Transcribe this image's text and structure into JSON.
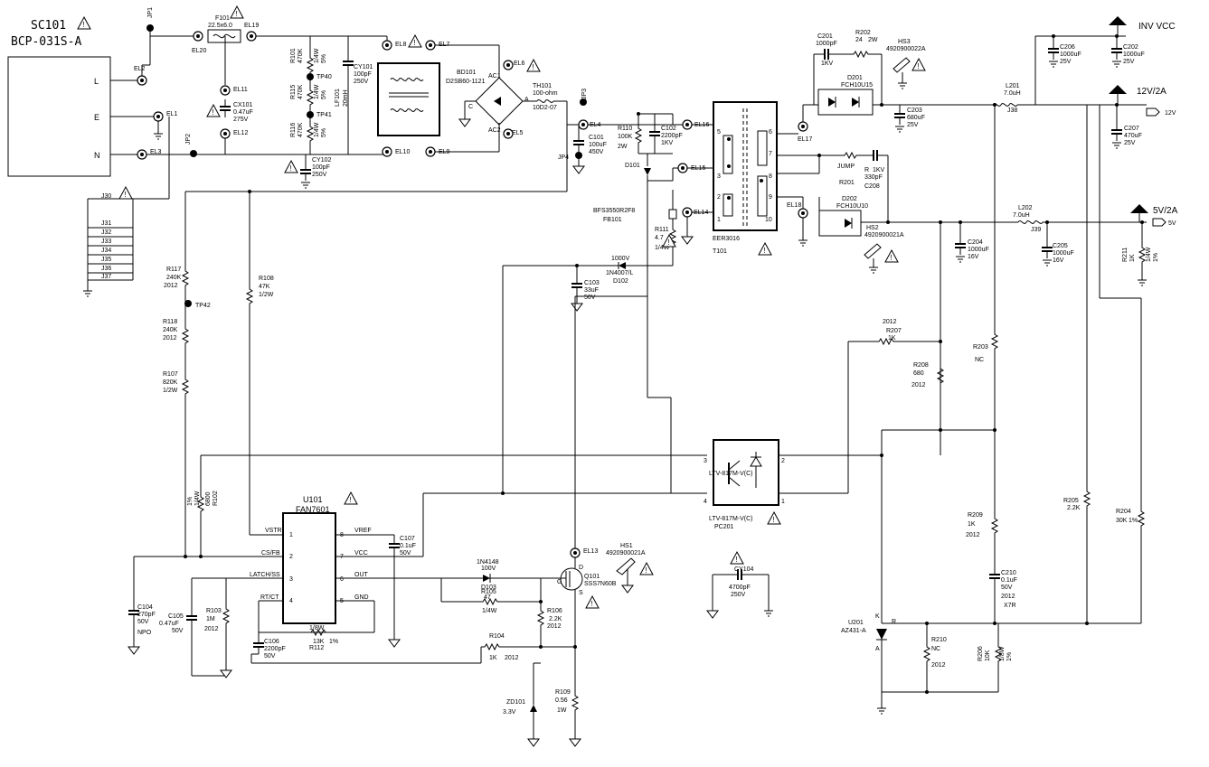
{
  "colors": {
    "ink": "#000000",
    "paper": "#ffffff"
  },
  "connector": {
    "ref": "SC101",
    "model": "BCP-031S-A",
    "pin_l": "L",
    "pin_e": "E",
    "pin_n": "N"
  },
  "fuse": {
    "ref": "F101",
    "value": "22.5x6.0"
  },
  "line_filter": {
    "ref": "LF101",
    "value": "20mH"
  },
  "bridge": {
    "ref": "BD101",
    "part": "D2SB60-1121",
    "ac1": "AC1",
    "ac2": "AC2",
    "pin_a": "A",
    "pin_c": "C"
  },
  "thermistor": {
    "ref": "TH101",
    "value": "100-ohm",
    "part": "10D2-07"
  },
  "pwm": {
    "ref": "U101",
    "part": "FAN7601",
    "vstr": "VSTR",
    "csfb": "CS/FB",
    "latch": "LATCH/SS",
    "rtct": "RT/CT",
    "vref": "VREF",
    "vcc": "VCC",
    "out": "OUT",
    "gnd": "GND"
  },
  "transformer": {
    "ref": "T101",
    "part": "EER3016"
  },
  "optocoupler": {
    "ref": "PC201",
    "part": "LTV-817M-V(C)"
  },
  "regulator": {
    "ref": "U201",
    "part": "AZ431-A",
    "k": "K",
    "a": "A",
    "r": "R"
  },
  "mosfet": {
    "ref": "Q101",
    "part": "SSS7N60B",
    "g": "G",
    "d": "D",
    "s": "S"
  },
  "rails": {
    "inv": "INV VCC",
    "v12": "12V/2A",
    "v5": "5V/2A",
    "out12": "12V",
    "out5": "5V"
  },
  "nodes": [
    "EL1",
    "EL2",
    "EL3",
    "EL4",
    "EL5",
    "EL6",
    "EL7",
    "EL8",
    "EL9",
    "EL10",
    "EL11",
    "EL12",
    "EL13",
    "EL14",
    "EL15",
    "EL16",
    "EL17",
    "EL18",
    "EL19",
    "EL20"
  ],
  "jumpers": [
    "JP1",
    "JP2",
    "JP3",
    "JP4",
    "J30",
    "J31",
    "J32",
    "J33",
    "J34",
    "J35",
    "J36",
    "J37",
    "J38",
    "J39"
  ],
  "testpoints": [
    "TP40",
    "TP41",
    "TP42"
  ],
  "heatsinks": {
    "hs1": "HS1",
    "hs1_part": "4920900021A",
    "hs2": "HS2",
    "hs2_part": "4920900021A",
    "hs3": "HS3",
    "hs3_part": "4920900022A"
  },
  "c": {
    "cx101": [
      "CX101",
      "0.47uF",
      "275V"
    ],
    "cy101": [
      "CY101",
      "100pF",
      "250V"
    ],
    "cy102": [
      "CY102",
      "100pF",
      "250V"
    ],
    "c101": [
      "C101",
      "100uF",
      "450V"
    ],
    "c102": [
      "C102",
      "2200pF",
      "1KV"
    ],
    "c103": [
      "C103",
      "33uF",
      "50V"
    ],
    "c104": [
      "C104",
      "270pF",
      "50V",
      "NPO"
    ],
    "c105": [
      "C105",
      "0.47uF",
      "50V"
    ],
    "c106": [
      "C106",
      "2200pF",
      "50V"
    ],
    "c107": [
      "C107",
      "0.1uF",
      "50V"
    ],
    "cy104": [
      "CY104",
      "4700pF",
      "250V"
    ],
    "c201": [
      "C201",
      "1000pF",
      "1KV"
    ],
    "c202": [
      "C202",
      "1000uF",
      "25V"
    ],
    "c203": [
      "C203",
      "680uF",
      "25V"
    ],
    "c204": [
      "C204",
      "1000uF",
      "16V"
    ],
    "c205": [
      "C205",
      "1000uF",
      "16V"
    ],
    "c206": [
      "C206",
      "1000uF",
      "25V"
    ],
    "c207": [
      "C207",
      "470uF",
      "25V"
    ],
    "c208": [
      "C208",
      "330pF",
      "1KV"
    ],
    "c210": [
      "C210",
      "0.1uF",
      "50V",
      "2012",
      "X7R"
    ]
  },
  "r": {
    "r101": [
      "R101",
      "470K",
      "1/4W",
      "5%"
    ],
    "r115": [
      "R115",
      "470K",
      "1/4W",
      "5%"
    ],
    "r116": [
      "R116",
      "470K",
      "1/4W",
      "5%"
    ],
    "r102": [
      "R102",
      "6800",
      "1/4W",
      "1%"
    ],
    "r103": [
      "R103",
      "1M",
      "2012"
    ],
    "r104": [
      "R104",
      "1K",
      "2012"
    ],
    "r105": [
      "R105",
      "47",
      "1/4W"
    ],
    "r106": [
      "R106",
      "2.2K",
      "2012"
    ],
    "r107": [
      "R107",
      "820K",
      "1/2W"
    ],
    "r108": [
      "R108",
      "47K",
      "1/2W"
    ],
    "r109": [
      "R109",
      "0.56",
      "1W"
    ],
    "r110": [
      "R110",
      "100K",
      "2W"
    ],
    "r111": [
      "R111",
      "4.7",
      "1/4W"
    ],
    "r112": [
      "R112",
      "13K",
      "1%",
      "1/8W"
    ],
    "r117": [
      "R117",
      "240K",
      "2012"
    ],
    "r118": [
      "R118",
      "240K",
      "2012"
    ],
    "r201": [
      "R201",
      "JUMP"
    ],
    "r202": [
      "R202",
      "24",
      "2W"
    ],
    "r203": [
      "R203",
      "NC"
    ],
    "r204": [
      "R204",
      "30K",
      "1%"
    ],
    "r205": [
      "R205",
      "2.2K"
    ],
    "r206": [
      "R206",
      "10K",
      "1/8W",
      "1%"
    ],
    "r207": [
      "R207",
      "1K",
      "2012"
    ],
    "r208": [
      "R208",
      "680",
      "2012"
    ],
    "r209": [
      "R209",
      "1K",
      "2012"
    ],
    "r210": [
      "R210",
      "NC",
      "2012"
    ],
    "r211": [
      "R211",
      "1K",
      "1/4W",
      "1%"
    ]
  },
  "d": {
    "d101": [
      "D101"
    ],
    "d102": [
      "D102",
      "1N4007/L",
      "1000V"
    ],
    "d103": [
      "D103",
      "1N4148",
      "100V"
    ],
    "d201": [
      "D201",
      "FCH10U15"
    ],
    "d202": [
      "D202",
      "FCH10U10"
    ],
    "zd101": [
      "ZD101",
      "3.3V"
    ]
  },
  "l": {
    "l201": [
      "L201",
      "7.0uH"
    ],
    "l202": [
      "L202",
      "7.0uH"
    ],
    "fb101": [
      "FB101",
      "BFS3550R2F8"
    ]
  },
  "pins": [
    "1",
    "2",
    "3",
    "4",
    "5",
    "6",
    "7",
    "8",
    "9",
    "10"
  ]
}
